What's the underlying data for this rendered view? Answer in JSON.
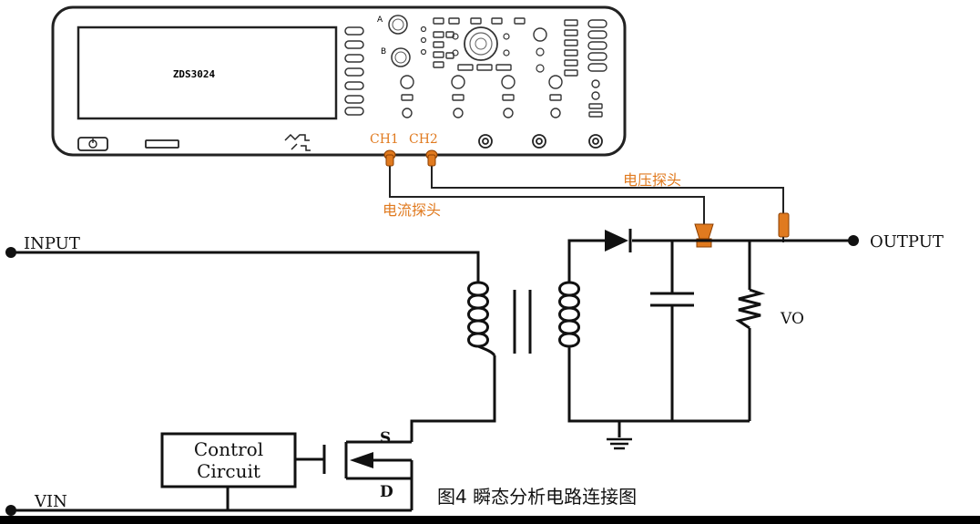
{
  "oscilloscope": {
    "model": "ZDS3024",
    "knob_a_label": "A",
    "knob_b_label": "B",
    "ch1_label": "CH1",
    "ch2_label": "CH2"
  },
  "probes": {
    "current_probe_label": "电流探头",
    "voltage_probe_label": "电压探头",
    "color": "#e07a1f"
  },
  "circuit": {
    "input_label": "INPUT",
    "output_label": "OUTPUT",
    "vin_label": "VIN",
    "vo_label": "VO",
    "source_label": "S",
    "drain_label": "D",
    "control_line1": "Control",
    "control_line2": "Circuit"
  },
  "caption": "图4 瞬态分析电路连接图"
}
